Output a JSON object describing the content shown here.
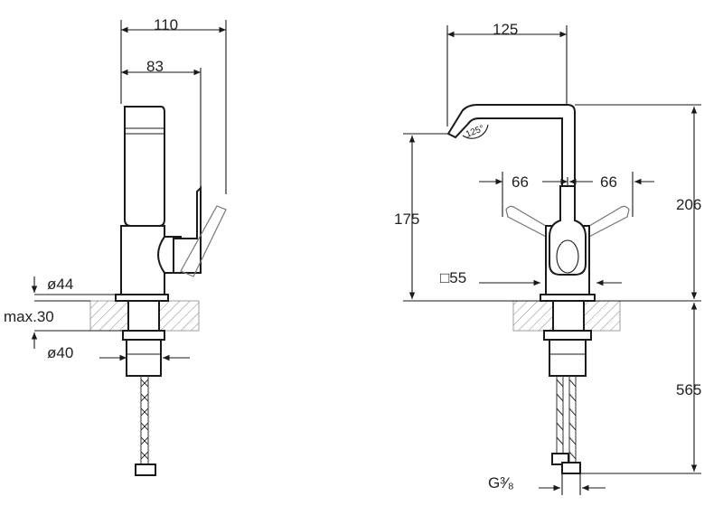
{
  "side_view": {
    "dims": {
      "total_depth": "110",
      "lever_depth": "83",
      "body_diameter": "ø44",
      "max_mount_thickness": "max.30",
      "hole_diameter": "ø40"
    }
  },
  "front_view": {
    "dims": {
      "spout_reach": "125",
      "spout_angle": "125°",
      "lever_left": "66",
      "lever_right": "66",
      "spout_height": "175",
      "total_height": "206",
      "base_square": "□55",
      "hose_length": "565",
      "connection_thread": "G³⁄₈"
    }
  }
}
